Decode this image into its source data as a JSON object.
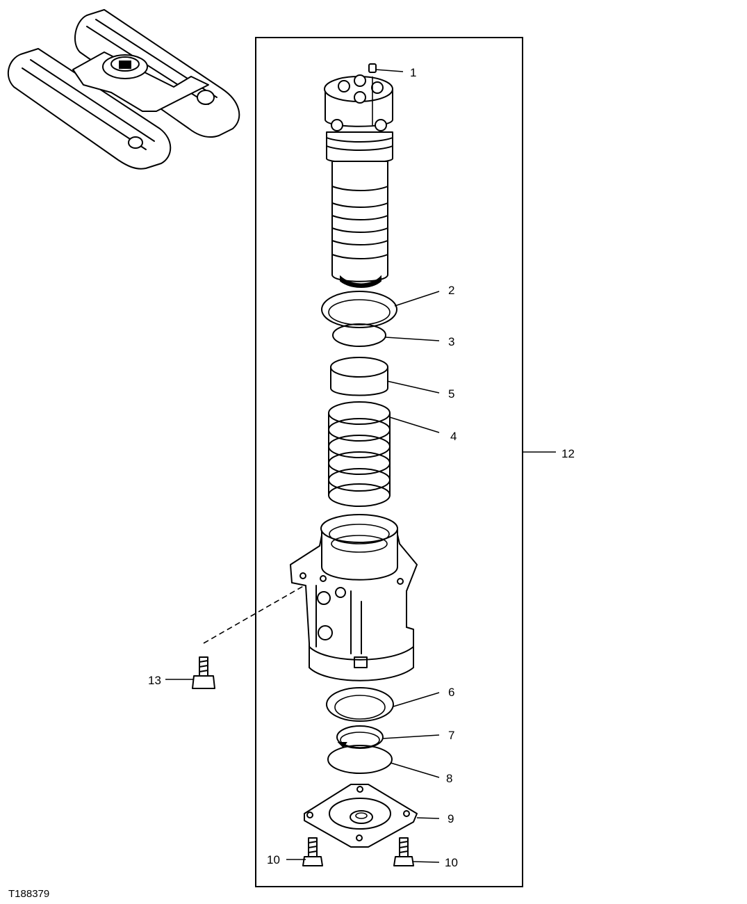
{
  "figure_id": "T188379",
  "callouts": [
    {
      "id": "c1",
      "label": "1"
    },
    {
      "id": "c2",
      "label": "2"
    },
    {
      "id": "c3",
      "label": "3"
    },
    {
      "id": "c5",
      "label": "5"
    },
    {
      "id": "c4",
      "label": "4"
    },
    {
      "id": "c12",
      "label": "12"
    },
    {
      "id": "c13",
      "label": "13"
    },
    {
      "id": "c6",
      "label": "6"
    },
    {
      "id": "c7",
      "label": "7"
    },
    {
      "id": "c8",
      "label": "8"
    },
    {
      "id": "c9",
      "label": "9"
    },
    {
      "id": "c10a",
      "label": "10"
    },
    {
      "id": "c10b",
      "label": "10"
    }
  ]
}
